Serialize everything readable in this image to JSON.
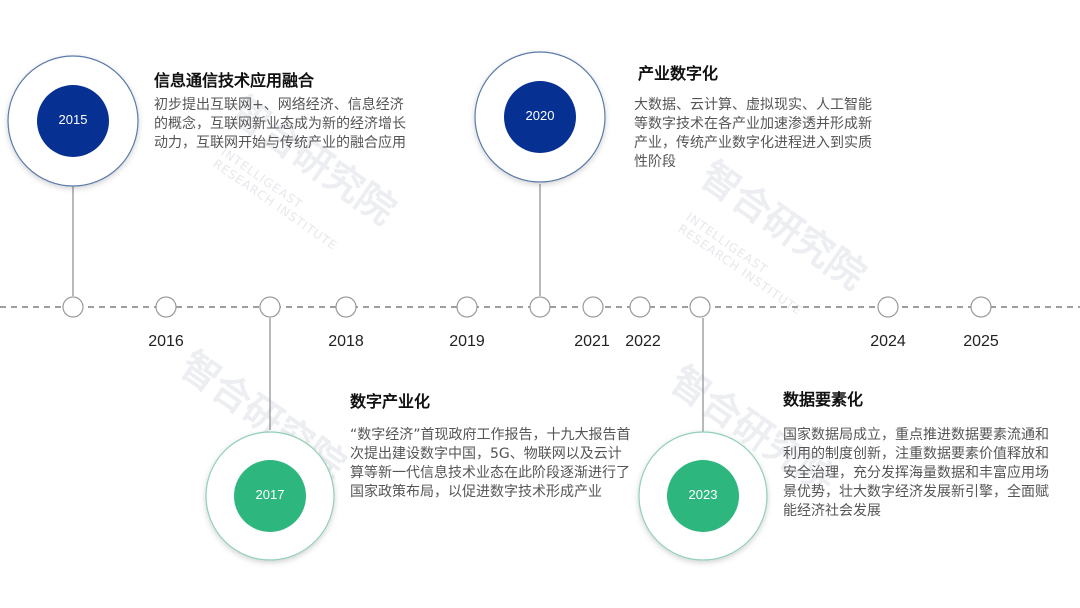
{
  "colors": {
    "axis": "#7f7f7f",
    "connector": "#8a8a8a",
    "node_stroke": "#9a9a9a",
    "navy": "#063193",
    "green": "#2eb67f",
    "outer_ring_blue": "#4a6fa5",
    "outer_ring_green": "#7ac7a9",
    "watermark": "#eef0f3"
  },
  "watermark": {
    "text_cn": "智合研究院",
    "text_en_1": "INTELLIGEAST",
    "text_en_2": "RESEARCH INSTITUTE"
  },
  "axis_years": [
    {
      "id": "2016",
      "label": "2016"
    },
    {
      "id": "2018",
      "label": "2018"
    },
    {
      "id": "2019",
      "label": "2019"
    },
    {
      "id": "2021",
      "label": "2021"
    },
    {
      "id": "2022",
      "label": "2022"
    },
    {
      "id": "2024",
      "label": "2024"
    },
    {
      "id": "2025",
      "label": "2025"
    }
  ],
  "milestones": [
    {
      "year": "2015",
      "color": "navy",
      "title": "信息通信技术应用融合",
      "description": "初步提出互联网+、网络经济、信息经济的概念，互联网新业态成为新的经济增长动力，互联网开始与传统产业的融合应用"
    },
    {
      "year": "2017",
      "color": "green",
      "title": "数字产业化",
      "description": "“数字经济”首现政府工作报告，十九大报告首次提出建设数字中国，5G、物联网以及云计算等新一代信息技术业态在此阶段逐渐进行了国家政策布局，以促进数字技术形成产业"
    },
    {
      "year": "2020",
      "color": "navy",
      "title": "产业数字化",
      "description": "大数据、云计算、虚拟现实、人工智能等数字技术在各产业加速渗透并形成新产业，传统产业数字化进程进入到实质性阶段"
    },
    {
      "year": "2023",
      "color": "green",
      "title": "数据要素化",
      "description": "国家数据局成立，重点推进数据要素流通和利用的制度创新，注重数据要素价值释放和安全治理，充分发挥海量数据和丰富应用场景优势，壮大数字经济发展新引擎，全面赋能经济社会发展"
    }
  ]
}
